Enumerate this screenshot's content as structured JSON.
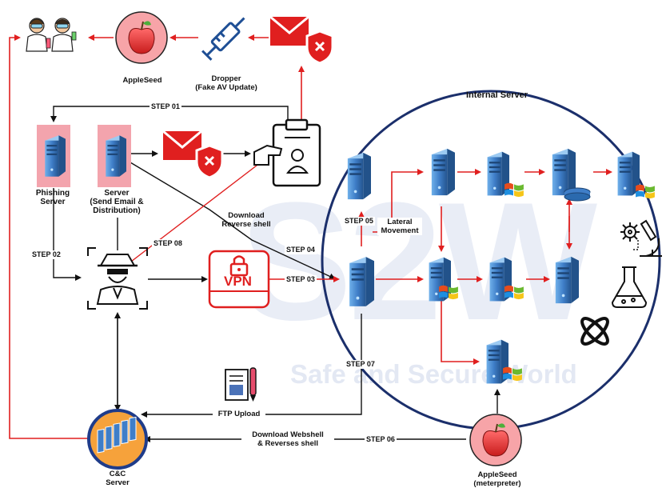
{
  "watermark": {
    "brand": "S2W",
    "tagline": "Safe and Secure World"
  },
  "internal_server": {
    "title": "Internal Server"
  },
  "labels": {
    "appleseed_top": "AppleSeed",
    "dropper_1": "Dropper",
    "dropper_2": "(Fake AV Update)",
    "phishing_1": "Phishing",
    "phishing_2": "Server",
    "server_1": "Server",
    "server_2": "(Send Email &",
    "server_3": "Distribution)",
    "download_rs_1": "Download",
    "download_rs_2": "Reverse shell",
    "lateral_1": "Lateral",
    "lateral_2": "Movement",
    "ftp": "FTP Upload",
    "webshell_1": "Download Webshell",
    "webshell_2": "& Reverses shell",
    "cc_1": "C&C",
    "cc_2": "Server",
    "appleseed_bottom_1": "AppleSeed",
    "appleseed_bottom_2": "(meterpreter)",
    "vpn": "VPN"
  },
  "steps": {
    "s01": "STEP 01",
    "s02": "STEP 02",
    "s03": "STEP 03",
    "s04": "STEP 04",
    "s05": "STEP 05",
    "s06": "STEP 06",
    "s07": "STEP 07",
    "s08": "STEP 08"
  },
  "colors": {
    "attack_red": "#e01f1f",
    "flow_black": "#111111",
    "circle_border": "#1b2f6b",
    "server_blue": "#3f7ec8",
    "watermark": "#e9edf6"
  },
  "icons": [
    "researchers-icon",
    "apple-icon",
    "syringe-icon",
    "mail-shield-icon",
    "clipboard-id-icon",
    "server-icon",
    "hacker-icon",
    "vpn-lock-icon",
    "windows-icon",
    "database-icon",
    "virus-icon",
    "microscope-icon",
    "flask-icon",
    "atom-icon",
    "document-icon",
    "cc-server-icon"
  ]
}
